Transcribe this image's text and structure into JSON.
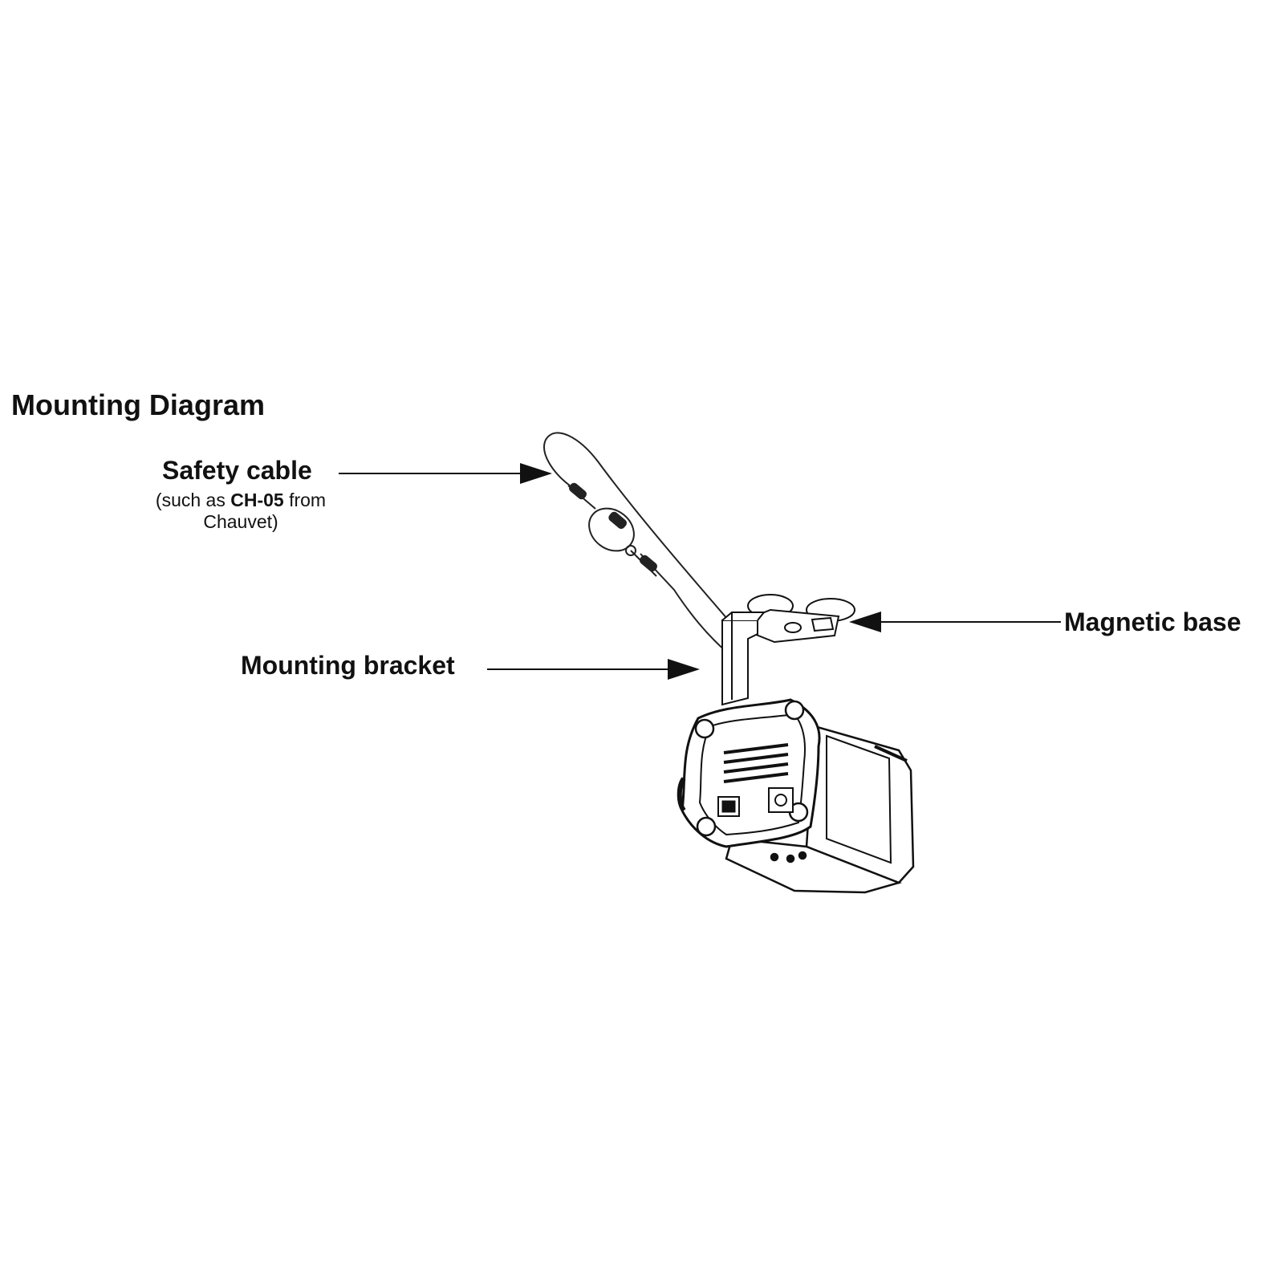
{
  "title": "Mounting Diagram",
  "labels": {
    "safety_cable": "Safety cable",
    "safety_cable_note": {
      "prefix": "(such as",
      "model": "CH-05",
      "suffix": "from",
      "line2": "Chauvet)"
    },
    "magnetic_base": "Magnetic base",
    "mounting_bracket": "Mounting bracket"
  }
}
